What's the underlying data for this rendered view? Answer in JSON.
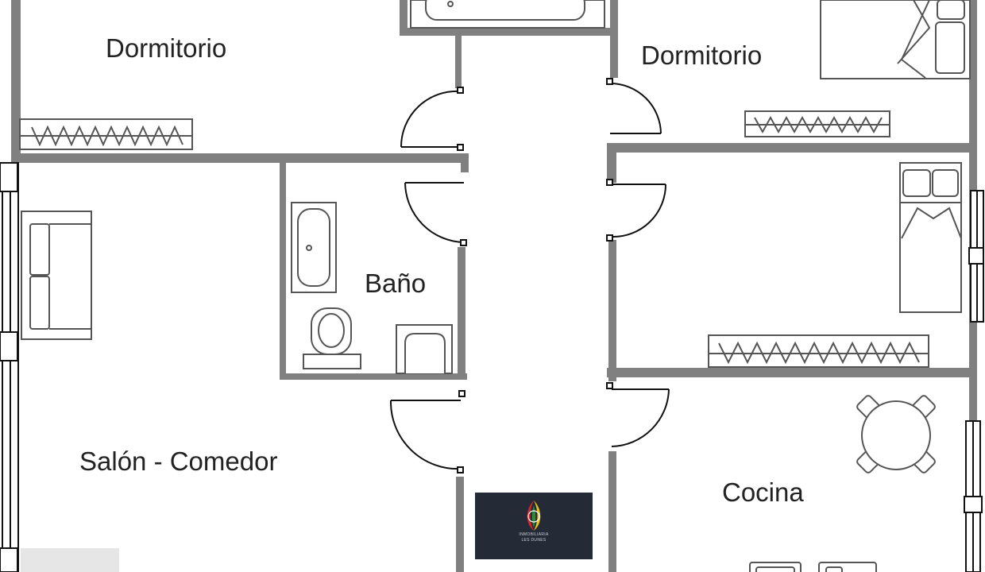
{
  "colors": {
    "wall": "#808080",
    "fixture": "#555555",
    "brand_background": "#242a36",
    "brand_accent_red": "#d9262c",
    "brand_accent_yellow": "#e8c21a",
    "brand_accent_green": "#2e8b3a"
  },
  "rooms": {
    "bedroom_left": "Dormitorio",
    "bedroom_right": "Dormitorio",
    "bathroom": "Baño",
    "living_dining": "Salón - Comedor",
    "kitchen": "Cocina"
  },
  "brand": {
    "logo_icon": "agency-logo-icon",
    "name_line1": "INMOBILIARIA",
    "name_line2": "LES DUNES"
  }
}
